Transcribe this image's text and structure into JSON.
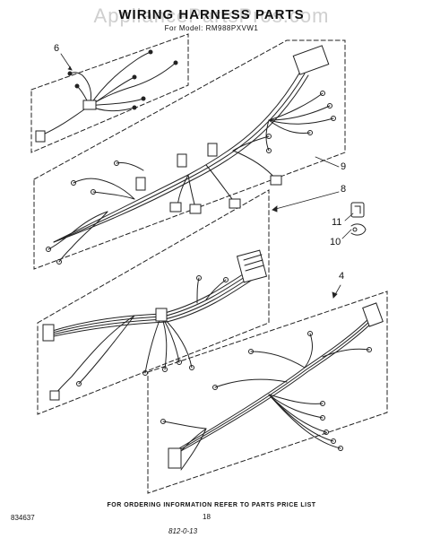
{
  "header": {
    "watermark": "AppliancePartsPros.com",
    "title": "WIRING HARNESS PARTS",
    "subtitle": "For Model: RM988PXVW1"
  },
  "callouts": {
    "c6": "6",
    "c9": "9",
    "c8": "8",
    "c11": "11",
    "c10": "10",
    "c4": "4"
  },
  "footer": {
    "ordering_note": "FOR ORDERING INFORMATION REFER TO PARTS PRICE LIST",
    "drawing_number": "834637",
    "page_number": "18",
    "catalog_code": "812-0-13"
  }
}
